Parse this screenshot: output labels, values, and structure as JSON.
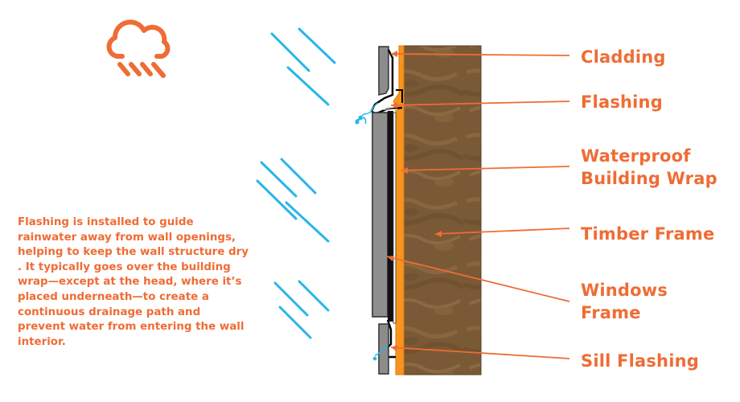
{
  "labels": {
    "cladding": "Cladding",
    "flashing": "Flashing",
    "building_wrap": "Waterproof\nBuilding Wrap",
    "timber_frame": "Timber Frame",
    "windows_frame": "Windows\nFrame",
    "sill_flashing": "Sill Flashing"
  },
  "description": [
    "Flashing is installed to guide",
    "rainwater away from wall openings,",
    "helping to keep the wall structure dry",
    ". It typically goes over the building",
    "wrap—except at the head, where it’s",
    "placed underneath—to create a",
    "continuous drainage path and",
    "prevent water from entering the wall",
    "interior."
  ],
  "colors": {
    "accent": "#ef6c35",
    "rain": "#2ab5e8",
    "timber": "#7a5a36",
    "wrap": "#f7941d",
    "cladding": "#8a8a8a"
  },
  "icons": {
    "weather": "rain-cloud-icon"
  }
}
